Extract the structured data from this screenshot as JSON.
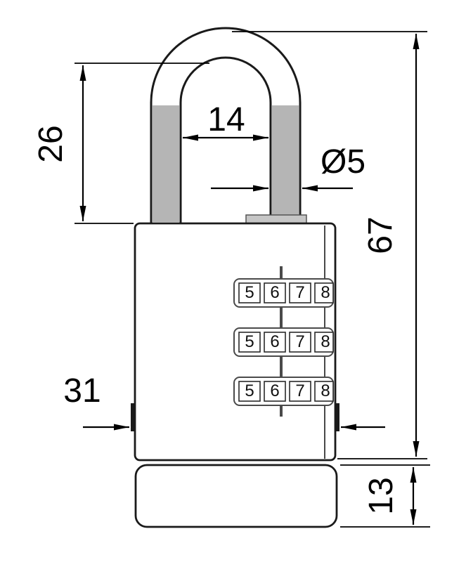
{
  "drawing": {
    "type": "technical-dimension-drawing",
    "subject": "combination-padlock",
    "dimensions": {
      "shackle_height": "26",
      "shackle_inner_width": "14",
      "shackle_diameter": "Ø5",
      "total_height": "67",
      "body_width": "31",
      "base_height": "13"
    },
    "dials": {
      "rows": [
        {
          "digits": [
            "5",
            "6",
            "7",
            "8"
          ]
        },
        {
          "digits": [
            "5",
            "6",
            "7",
            "8"
          ]
        },
        {
          "digits": [
            "5",
            "6",
            "7",
            "8"
          ]
        }
      ]
    },
    "colors": {
      "line": "#1a1a1a",
      "shackle_shade": "#b5b5b5",
      "collar_shade": "#c6c6c6",
      "background": "#ffffff"
    }
  }
}
